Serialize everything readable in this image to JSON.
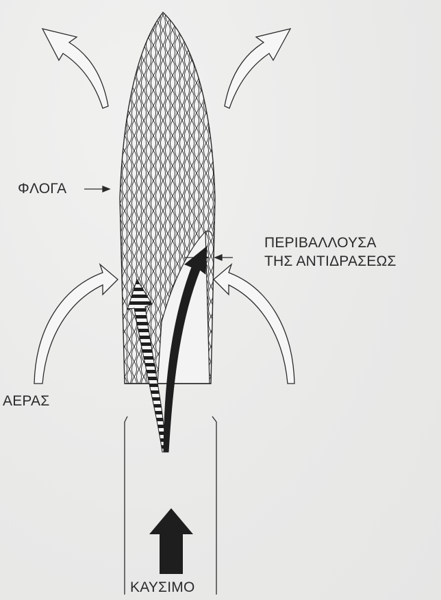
{
  "labels": {
    "flame": "ΦΛΟΓΑ",
    "reaction_zone_line1": "ΠΕΡΙΒΑΛΛΟΥΣΑ",
    "reaction_zone_line2": "ΤΗΣ ΑΝΤΙΔΡΑΣΕΩΣ",
    "air": "ΑΕΡΑΣ",
    "fuel": "ΚΑΥΣΙΜΟ"
  },
  "colors": {
    "ink": "#2a2a2a",
    "background": "#ebebeb",
    "arrow_fill": "#1e1e1e"
  }
}
